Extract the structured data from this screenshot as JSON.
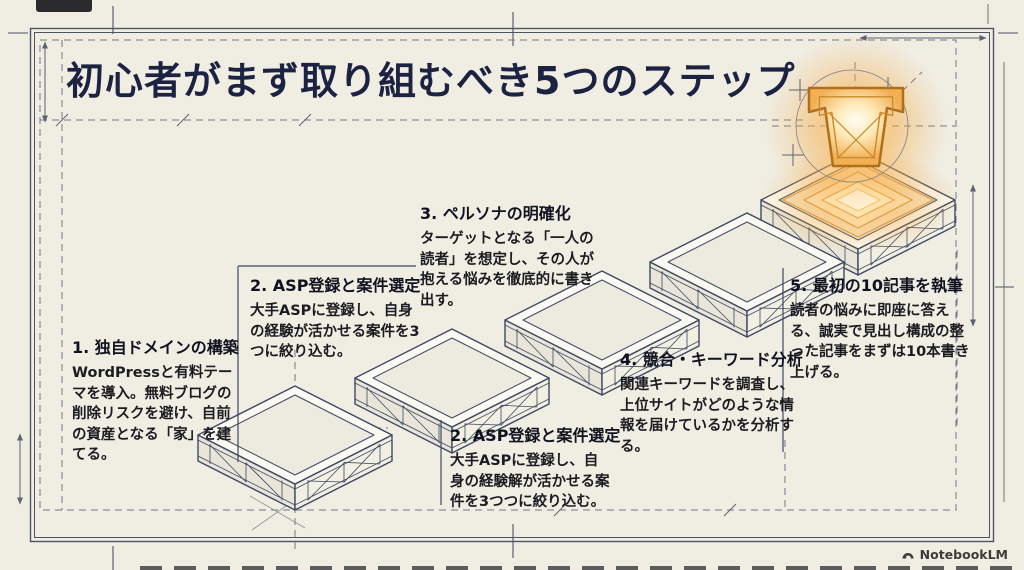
{
  "title": "初心者がまず取り組むべき5つのステップ",
  "steps": [
    {
      "heading": "1. 独自ドメインの構築",
      "body": "WordPressと有料テーマを導入。無料ブログの削除リスクを避け、自前の資産となる「家」を建てる。"
    },
    {
      "heading": "2. ASP登録と案件選定",
      "body": "大手ASPに登録し、自身の経験が活かせる案件を3つに絞り込む。"
    },
    {
      "heading": "3. ペルソナの明確化",
      "body": "ターゲットとなる「一人の読者」を想定し、その人が抱える悩みを徹底的に書き出す。"
    },
    {
      "heading": "4. 競合・キーワード分析",
      "body": "関連キーワードを調査し、上位サイトがどのような情報を届けているかを分析する。"
    },
    {
      "heading": "5. 最初の10記事を執筆",
      "body": "読者の悩みに即座に答える、誠実で見出し構成の整った記事をまずは10本書き上げる。"
    }
  ],
  "duplicate_step2": {
    "heading": "2. ASP登録と案件選定",
    "body": "大手ASPに登録し、自身の経験解が活かせる案件を3つつに絞り込む。"
  },
  "watermark": {
    "label": "NotebookLM"
  },
  "icons": {
    "summit": "keystone-icon",
    "logo": "notebooklm-logo"
  },
  "colors": {
    "background": "#f0ede3",
    "frame_line": "#4d5563",
    "blueprint_line": "#3e4a63",
    "title_text": "#1c2342",
    "body_text": "#1b1c20",
    "glow_orange": "#f5a93f",
    "glow_light": "#ffe9b8",
    "keystone_stroke": "#b06f1d"
  }
}
